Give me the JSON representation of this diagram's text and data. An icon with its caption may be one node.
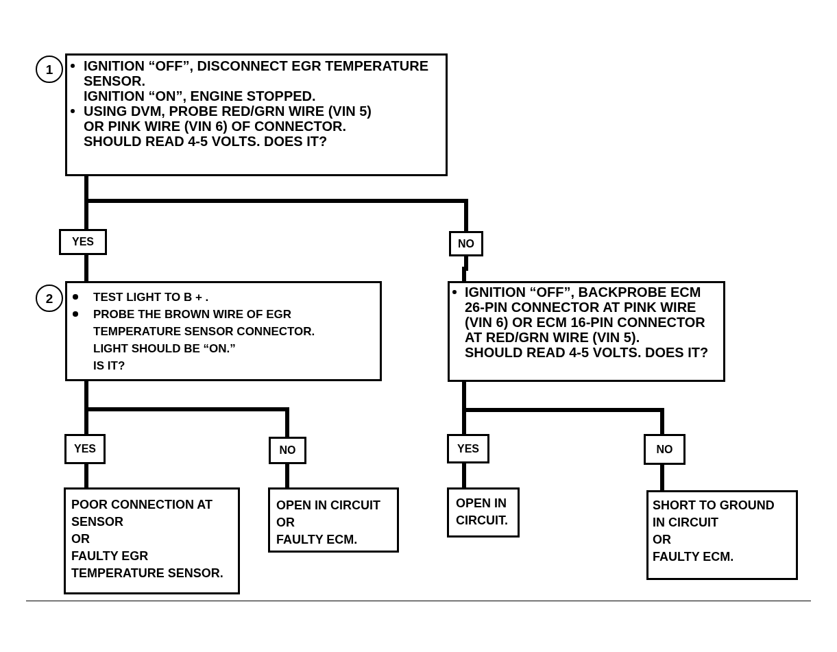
{
  "diagram": {
    "nodes": [
      {
        "text": [
          "1"
        ]
      },
      {
        "text": [
          "IGNITION “OFF”, DISCONNECT EGR TEMPERATURE SENSOR.",
          "IGNITION “ON”, ENGINE STOPPED.",
          "USING DVM, PROBE RED/GRN WIRE (VIN 5) OR PINK WIRE (VIN 6) OF CONNECTOR.",
          "SHOULD READ 4-5 VOLTS. DOES IT?"
        ]
      },
      {
        "text": [
          "YES"
        ]
      },
      {
        "text": [
          "NO"
        ]
      },
      {
        "text": [
          "2"
        ]
      },
      {
        "text": [
          "TEST LIGHT TO B + .",
          "PROBE THE BROWN WIRE OF EGR TEMPERATURE SENSOR CONNECTOR.",
          "LIGHT SHOULD BE “ON.”",
          "IS IT?"
        ]
      },
      {
        "text": [
          "IGNITION “OFF”, BACKPROBE ECM 26-PIN CONNECTOR AT PINK WIRE (VIN 6) OR ECM 16-PIN CONNECTOR AT RED/GRN WIRE (VIN 5).",
          "SHOULD READ 4-5 VOLTS. DOES IT?"
        ]
      },
      {
        "text": [
          "YES"
        ]
      },
      {
        "text": [
          "NO"
        ]
      },
      {
        "text": [
          "YES"
        ]
      },
      {
        "text": [
          "NO"
        ]
      },
      {
        "text": [
          "POOR CONNECTION AT SENSOR",
          "OR",
          "FAULTY EGR TEMPERATURE SENSOR."
        ]
      },
      {
        "text": [
          "OPEN IN CIRCUIT",
          "OR",
          "FAULTY ECM."
        ]
      },
      {
        "text": [
          "OPEN IN CIRCUIT."
        ]
      },
      {
        "text": [
          "SHORT TO GROUND IN CIRCUIT",
          "OR",
          "FAULTY ECM."
        ]
      }
    ],
    "edges": [
      {
        "from": 1,
        "to": 2,
        "arrow": "none"
      },
      {
        "from": 1,
        "to": 3,
        "arrow": "none"
      },
      {
        "from": 2,
        "to": 5,
        "arrow": "none"
      },
      {
        "from": 3,
        "to": 6,
        "arrow": "none"
      },
      {
        "from": 5,
        "to": 7,
        "arrow": "none"
      },
      {
        "from": 5,
        "to": 8,
        "arrow": "none"
      },
      {
        "from": 6,
        "to": 9,
        "arrow": "none"
      },
      {
        "from": 6,
        "to": 10,
        "arrow": "none"
      },
      {
        "from": 7,
        "to": 11,
        "arrow": "none"
      },
      {
        "from": 8,
        "to": 12,
        "arrow": "none"
      },
      {
        "from": 9,
        "to": 13,
        "arrow": "none"
      },
      {
        "from": 10,
        "to": 14,
        "arrow": "none"
      }
    ]
  }
}
